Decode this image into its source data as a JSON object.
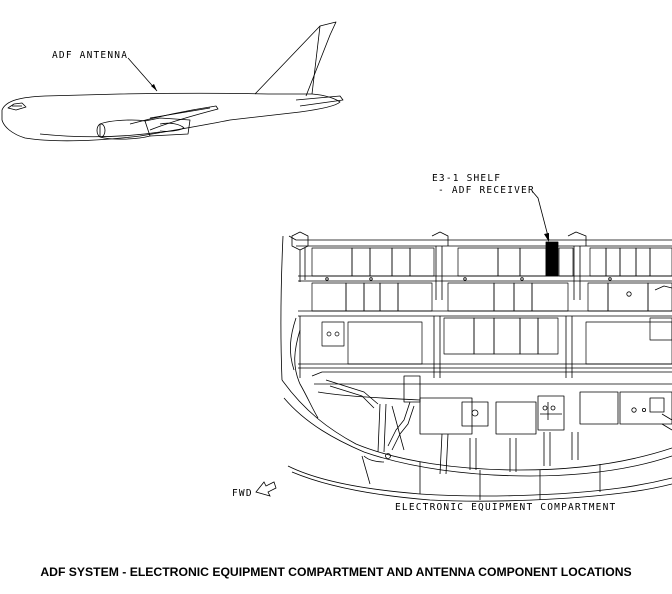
{
  "labels": {
    "adf_antenna": "ADF ANTENNA",
    "shelf_line1": "E3-1 SHELF",
    "shelf_line2": "- ADF RECEIVER",
    "fwd": "FWD",
    "compartment": "ELECTRONIC EQUIPMENT COMPARTMENT"
  },
  "caption": "ADF SYSTEM - ELECTRONIC EQUIPMENT COMPARTMENT AND ANTENNA COMPONENT LOCATIONS",
  "colors": {
    "line": "#000000",
    "background": "#ffffff",
    "highlight": "#000000"
  }
}
